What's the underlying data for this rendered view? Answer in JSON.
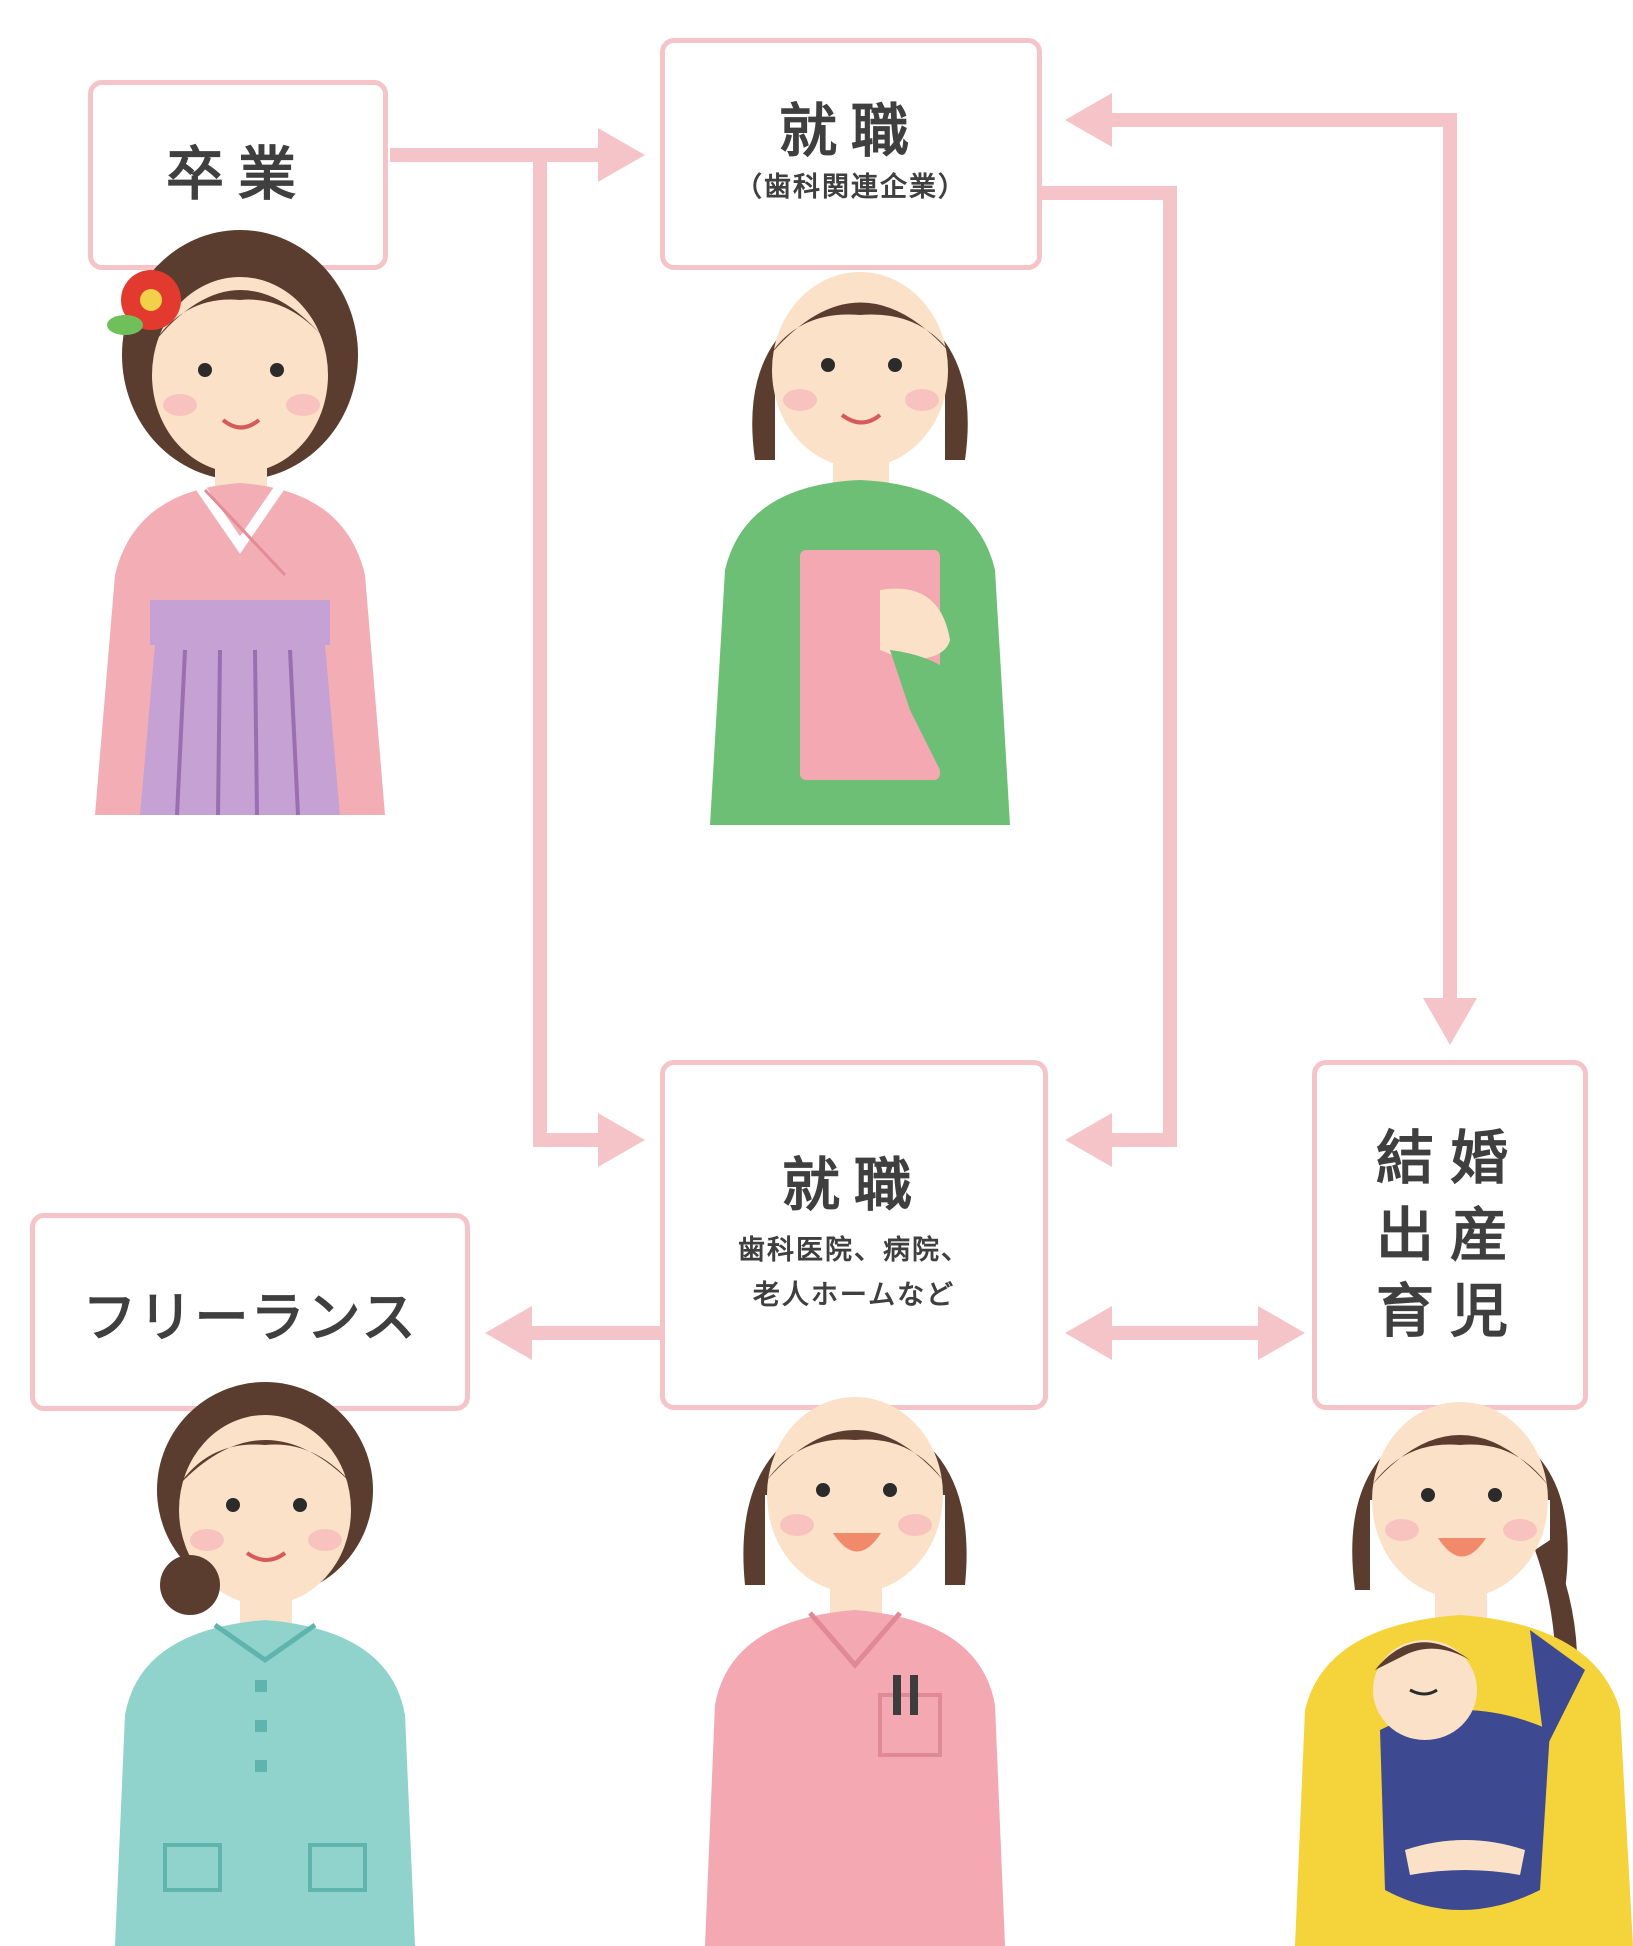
{
  "nodes": {
    "graduation": {
      "title": "卒業"
    },
    "job_company": {
      "title": "就職",
      "subtitle": "（歯科関連企業）"
    },
    "job_clinic": {
      "title": "就職",
      "subtitle_line1": "歯科医院、病院、",
      "subtitle_line2": "老人ホームなど"
    },
    "life_events": {
      "line1": "結婚",
      "line2": "出産",
      "line3": "育児"
    },
    "freelance": {
      "title": "フリーランス"
    }
  },
  "colors": {
    "connector": "#f5c4c8",
    "box_border": "#f5c4c8",
    "text": "#3f3f3f",
    "kimono": "#f2aeb4",
    "hakama": "#c6a1d4",
    "sweater": "#6dbf75",
    "scrub_pink": "#f4a8b2",
    "scrub_teal": "#8fd3cc",
    "tshirt": "#f5d33a",
    "carrier": "#3d4a92",
    "hair": "#5a3d2e",
    "skin": "#fbe1c8"
  },
  "figures": [
    {
      "id": "graduate",
      "icon": "graduate-kimono-woman-icon"
    },
    {
      "id": "office-worker",
      "icon": "office-woman-holding-folder-icon"
    },
    {
      "id": "freelancer",
      "icon": "freelance-woman-teal-scrubs-icon"
    },
    {
      "id": "hygienist",
      "icon": "hygienist-pink-scrubs-icon"
    },
    {
      "id": "mother",
      "icon": "mother-with-baby-icon"
    }
  ]
}
